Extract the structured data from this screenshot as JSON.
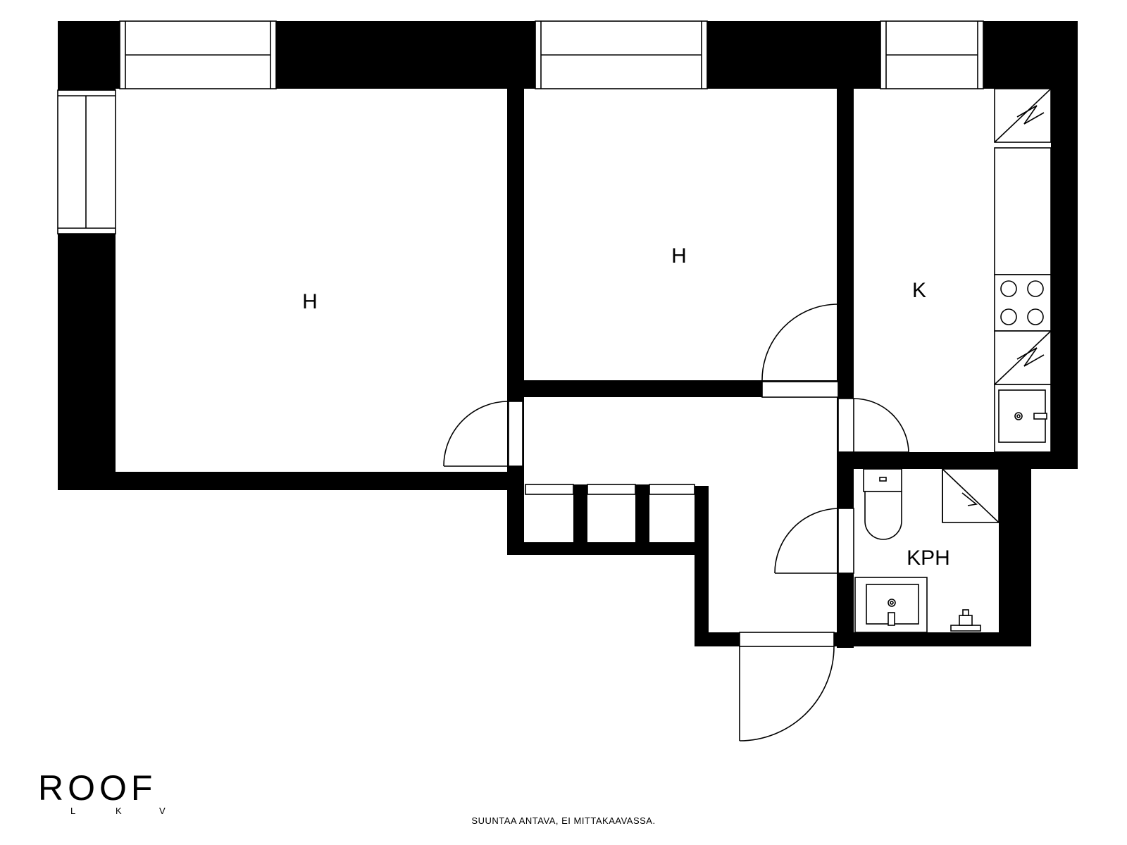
{
  "plan": {
    "rooms": [
      {
        "id": "bedroom-large",
        "label": "H"
      },
      {
        "id": "bedroom-small",
        "label": "H"
      },
      {
        "id": "kitchen",
        "label": "K"
      },
      {
        "id": "bathroom",
        "label": "KPH"
      }
    ]
  },
  "branding": {
    "logo": "ROOF",
    "logo_sub": [
      "L",
      "K",
      "V"
    ]
  },
  "footer": {
    "disclaimer": "SUUNTAA ANTAVA, EI MITTAKAAVASSA."
  },
  "colors": {
    "wall": "#000000",
    "background": "#ffffff"
  }
}
